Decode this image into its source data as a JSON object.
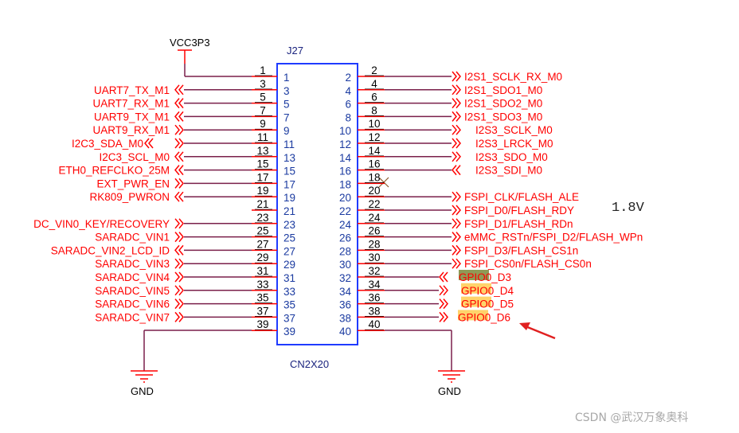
{
  "component": {
    "reference": "J27",
    "part": "CN2X20"
  },
  "power": {
    "vcc_label": "VCC3P3",
    "gnd_left_label": "GND",
    "gnd_right_label": "GND"
  },
  "annotation": {
    "voltage_label": "1.8V"
  },
  "left_pins": [
    {
      "pin": "1",
      "net": ""
    },
    {
      "pin": "3",
      "net": "UART7_TX_M1"
    },
    {
      "pin": "5",
      "net": "UART7_RX_M1"
    },
    {
      "pin": "7",
      "net": "UART9_TX_M1"
    },
    {
      "pin": "9",
      "net": "UART9_RX_M1"
    },
    {
      "pin": "11",
      "net": "I2C3_SDA_M0"
    },
    {
      "pin": "13",
      "net": "I2C3_SCL_M0"
    },
    {
      "pin": "15",
      "net": "ETH0_REFCLKO_25M"
    },
    {
      "pin": "17",
      "net": "EXT_PWR_EN"
    },
    {
      "pin": "19",
      "net": "RK809_PWRON"
    },
    {
      "pin": "21",
      "net": ""
    },
    {
      "pin": "23",
      "net": "DC_VIN0_KEY/RECOVERY"
    },
    {
      "pin": "25",
      "net": "SARADC_VIN1"
    },
    {
      "pin": "27",
      "net": "SARADC_VIN2_LCD_ID"
    },
    {
      "pin": "29",
      "net": "SARADC_VIN3"
    },
    {
      "pin": "31",
      "net": "SARADC_VIN4"
    },
    {
      "pin": "33",
      "net": "SARADC_VIN5"
    },
    {
      "pin": "35",
      "net": "SARADC_VIN6"
    },
    {
      "pin": "37",
      "net": "SARADC_VIN7"
    },
    {
      "pin": "39",
      "net": ""
    }
  ],
  "right_pins": [
    {
      "pin": "2",
      "net": "I2S1_SCLK_RX_M0"
    },
    {
      "pin": "4",
      "net": "I2S1_SDO1_M0"
    },
    {
      "pin": "6",
      "net": "I2S1_SDO2_M0"
    },
    {
      "pin": "8",
      "net": "I2S1_SDO3_M0"
    },
    {
      "pin": "10",
      "net": "I2S3_SCLK_M0"
    },
    {
      "pin": "12",
      "net": "I2S3_LRCK_M0"
    },
    {
      "pin": "14",
      "net": "I2S3_SDO_M0"
    },
    {
      "pin": "16",
      "net": "I2S3_SDI_M0"
    },
    {
      "pin": "18",
      "net": ""
    },
    {
      "pin": "20",
      "net": "FSPI_CLK/FLASH_ALE"
    },
    {
      "pin": "22",
      "net": "FSPI_D0/FLASH_RDY"
    },
    {
      "pin": "24",
      "net": "FSPI_D1/FLASH_RDn"
    },
    {
      "pin": "26",
      "net": "eMMC_RSTn/FSPI_D2/FLASH_WPn"
    },
    {
      "pin": "28",
      "net": "FSPI_D3/FLASH_CS1n"
    },
    {
      "pin": "30",
      "net": "FSPI_CS0n/FLASH_CS0n"
    },
    {
      "pin": "32",
      "net": "GPIO0_D3"
    },
    {
      "pin": "34",
      "net": "GPIO0_D4"
    },
    {
      "pin": "36",
      "net": "GPIO0_D5"
    },
    {
      "pin": "38",
      "net": "GPIO0_D6"
    },
    {
      "pin": "40",
      "net": ""
    }
  ],
  "colors": {
    "net_label": "#ff0000",
    "wire": "#7a1f4a",
    "pin_stub": "#ff0000",
    "body_outline": "#1f3bff",
    "highlight_yellow": "#ffd36b",
    "highlight_olive": "#8f9a56"
  },
  "watermark": "CSDN @武汉万象奥科"
}
